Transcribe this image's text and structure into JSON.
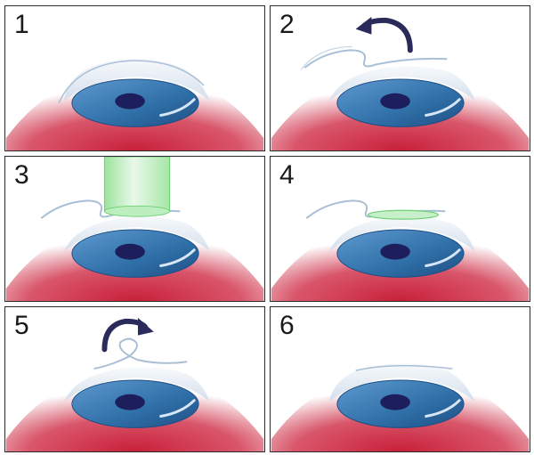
{
  "steps": [
    {
      "number": "1",
      "flap_state": "closed"
    },
    {
      "number": "2",
      "flap_state": "lifting"
    },
    {
      "number": "3",
      "flap_state": "open-laser"
    },
    {
      "number": "4",
      "flap_state": "open-ablated"
    },
    {
      "number": "5",
      "flap_state": "replacing"
    },
    {
      "number": "6",
      "flap_state": "closed-healed"
    }
  ],
  "colors": {
    "sclera_red": "#c2283a",
    "iris_blue": "#2f6fa7",
    "pupil": "#1d1f5c",
    "cornea_light": "#e6eef7",
    "laser_green": "#9fe3a4",
    "arrow": "#2a2b5a",
    "border": "#2b2b2b"
  }
}
